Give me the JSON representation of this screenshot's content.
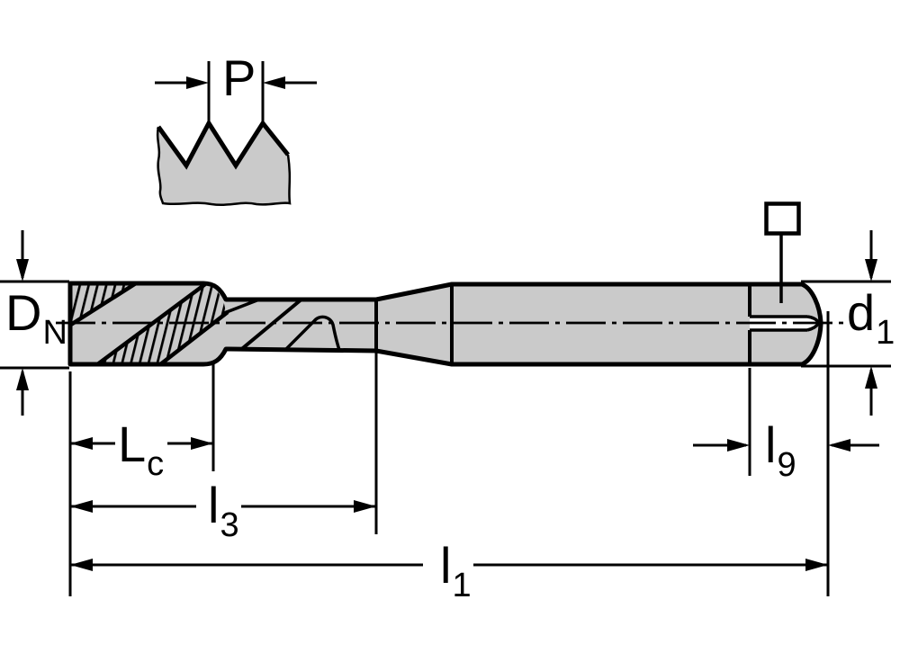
{
  "drawing": {
    "kind": "technical-dimension-drawing",
    "subject": "machine tap side view with thread pitch detail",
    "colors": {
      "line": "#000000",
      "body_fill": "#cacaca",
      "background": "#ffffff"
    },
    "thread_detail": {
      "pitch_label": {
        "main": "P",
        "sub": ""
      }
    },
    "dimensions": {
      "DN": {
        "main": "D",
        "sub": "N"
      },
      "d1": {
        "main": "d",
        "sub": "1"
      },
      "Lc": {
        "main": "L",
        "sub": "c"
      },
      "l3": {
        "main": "l",
        "sub": "3"
      },
      "l1": {
        "main": "l",
        "sub": "1"
      },
      "l9": {
        "main": "l",
        "sub": "9"
      }
    },
    "symbols": {
      "square_drive": "square-outline"
    }
  }
}
